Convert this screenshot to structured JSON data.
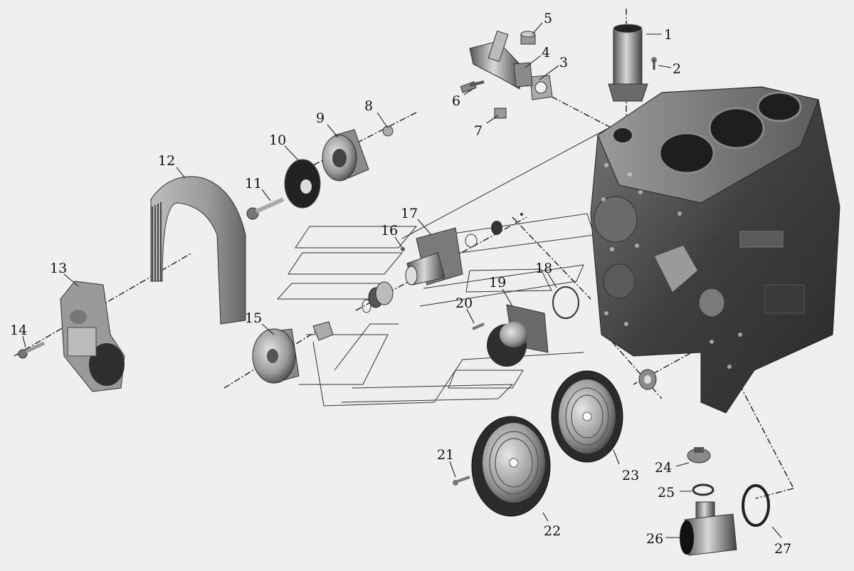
{
  "diagram": {
    "callouts": [
      {
        "id": "c1",
        "label": "1"
      },
      {
        "id": "c2",
        "label": "2"
      },
      {
        "id": "c3",
        "label": "3"
      },
      {
        "id": "c4",
        "label": "4"
      },
      {
        "id": "c5",
        "label": "5"
      },
      {
        "id": "c6",
        "label": "6"
      },
      {
        "id": "c7",
        "label": "7"
      },
      {
        "id": "c8",
        "label": "8"
      },
      {
        "id": "c9",
        "label": "9"
      },
      {
        "id": "c10",
        "label": "10"
      },
      {
        "id": "c11",
        "label": "11"
      },
      {
        "id": "c12",
        "label": "12"
      },
      {
        "id": "c13",
        "label": "13"
      },
      {
        "id": "c14",
        "label": "14"
      },
      {
        "id": "c15",
        "label": "15"
      },
      {
        "id": "c16",
        "label": "16"
      },
      {
        "id": "c17",
        "label": "17"
      },
      {
        "id": "c18",
        "label": "18"
      },
      {
        "id": "c19",
        "label": "19"
      },
      {
        "id": "c20",
        "label": "20"
      },
      {
        "id": "c21",
        "label": "21"
      },
      {
        "id": "c22",
        "label": "22"
      },
      {
        "id": "c23",
        "label": "23"
      },
      {
        "id": "c24",
        "label": "24"
      },
      {
        "id": "c25",
        "label": "25"
      },
      {
        "id": "c26",
        "label": "26"
      },
      {
        "id": "c27",
        "label": "27"
      }
    ],
    "colors": {
      "background": "#efefef",
      "part_dark": "#4a4a4a",
      "part_mid": "#8a8a8a",
      "part_light": "#c9c9c9",
      "line": "#111111"
    }
  }
}
